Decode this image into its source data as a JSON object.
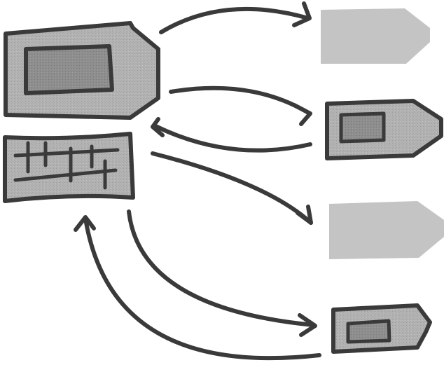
{
  "diagram": {
    "nodes": [
      {
        "id": "computer-monitor",
        "kind": "monitor",
        "state": "active"
      },
      {
        "id": "computer-keyboard",
        "kind": "keyboard",
        "state": "active"
      },
      {
        "id": "device-1",
        "kind": "target-device",
        "state": "inactive"
      },
      {
        "id": "device-2",
        "kind": "target-device",
        "state": "active"
      },
      {
        "id": "device-3",
        "kind": "target-device",
        "state": "inactive"
      },
      {
        "id": "device-4",
        "kind": "target-device",
        "state": "active"
      }
    ],
    "edges": [
      {
        "from": "computer-monitor",
        "to": "device-1"
      },
      {
        "from": "computer-monitor",
        "to": "device-2"
      },
      {
        "from": "device-2",
        "to": "computer-monitor"
      },
      {
        "from": "computer-keyboard",
        "to": "device-3"
      },
      {
        "from": "computer-keyboard",
        "to": "device-4"
      },
      {
        "from": "device-4",
        "to": "computer-keyboard"
      }
    ]
  },
  "colors": {
    "outline": "#3a3a3a",
    "active_fill": "#b0b0b0",
    "screen_fill": "#8c8c8c",
    "inactive_fill": "#c4c4c4",
    "background": "#ffffff"
  }
}
